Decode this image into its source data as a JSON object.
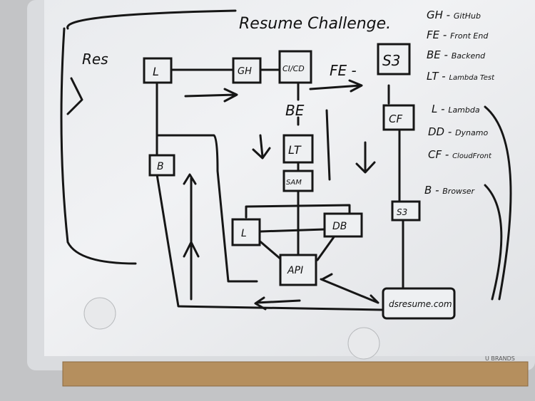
{
  "title": "Resume Challenge.",
  "side_note": "Res",
  "legend": [
    {
      "abbr": "GH",
      "meaning": "GitHub"
    },
    {
      "abbr": "FE",
      "meaning": "Front End"
    },
    {
      "abbr": "BE",
      "meaning": "Backend"
    },
    {
      "abbr": "LT",
      "meaning": "Lambda Test"
    },
    {
      "abbr": "L",
      "meaning": "Lambda"
    },
    {
      "abbr": "DD",
      "meaning": "Dynamo"
    },
    {
      "abbr": "CF",
      "meaning": "CloudFront"
    },
    {
      "abbr": "B",
      "meaning": "Browser"
    }
  ],
  "nodes": {
    "l_top": "L",
    "gh": "GH",
    "cicd": "CI/CD",
    "fe": "FE -",
    "s3_top": "S3",
    "be": "BE",
    "lt": "LT",
    "sam": "SAM",
    "cf": "CF",
    "b": "B",
    "l_mid": "L",
    "db": "DB",
    "s3_bottom": "S3",
    "api": "API",
    "domain": "dsresume.com"
  },
  "brand": "U BRANDS"
}
